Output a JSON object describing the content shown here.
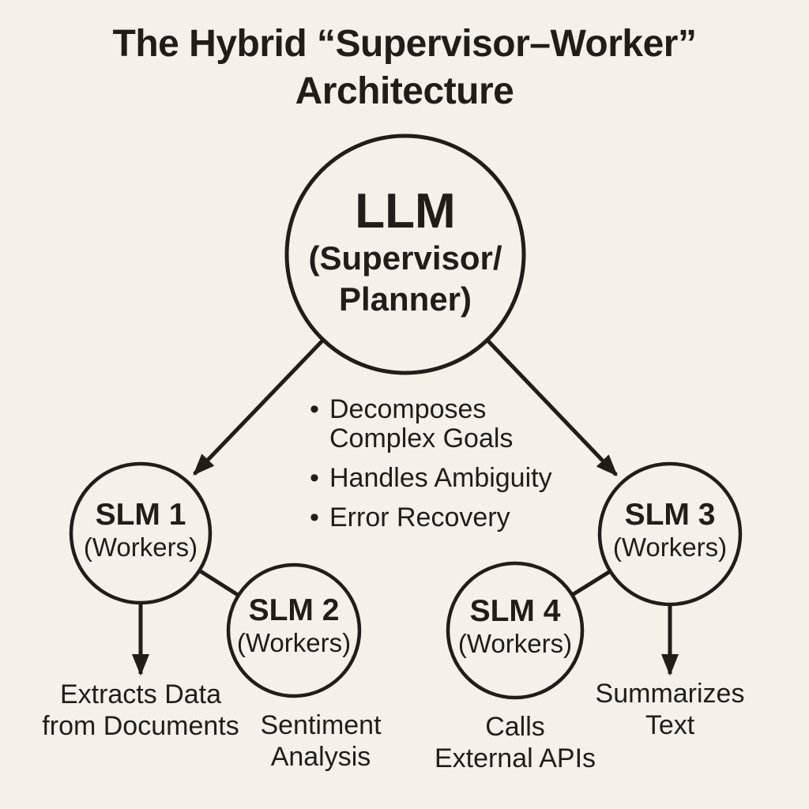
{
  "colors": {
    "background": "#f5f1e8",
    "ink": "#211e1a"
  },
  "title": "The Hybrid “Supervisor–Worker”\nArchitecture",
  "supervisor": {
    "name": "LLM",
    "role": "(Supervisor/\nPlanner)",
    "bullet_glyph": "•",
    "capabilities": [
      "Decomposes\nComplex Goals",
      "Handles Ambiguity",
      "Error Recovery"
    ]
  },
  "workers": [
    {
      "id": "slm1",
      "name": "SLM 1",
      "role": "(Workers)",
      "task": "Extracts Data\nfrom Documents"
    },
    {
      "id": "slm2",
      "name": "SLM 2",
      "role": "(Workers)",
      "task": "Sentiment\nAnalysis"
    },
    {
      "id": "slm3",
      "name": "SLM 3",
      "role": "(Workers)",
      "task": "Summarizes\nText"
    },
    {
      "id": "slm4",
      "name": "SLM 4",
      "role": "(Workers)",
      "task": "Calls\nExternal APIs"
    }
  ]
}
